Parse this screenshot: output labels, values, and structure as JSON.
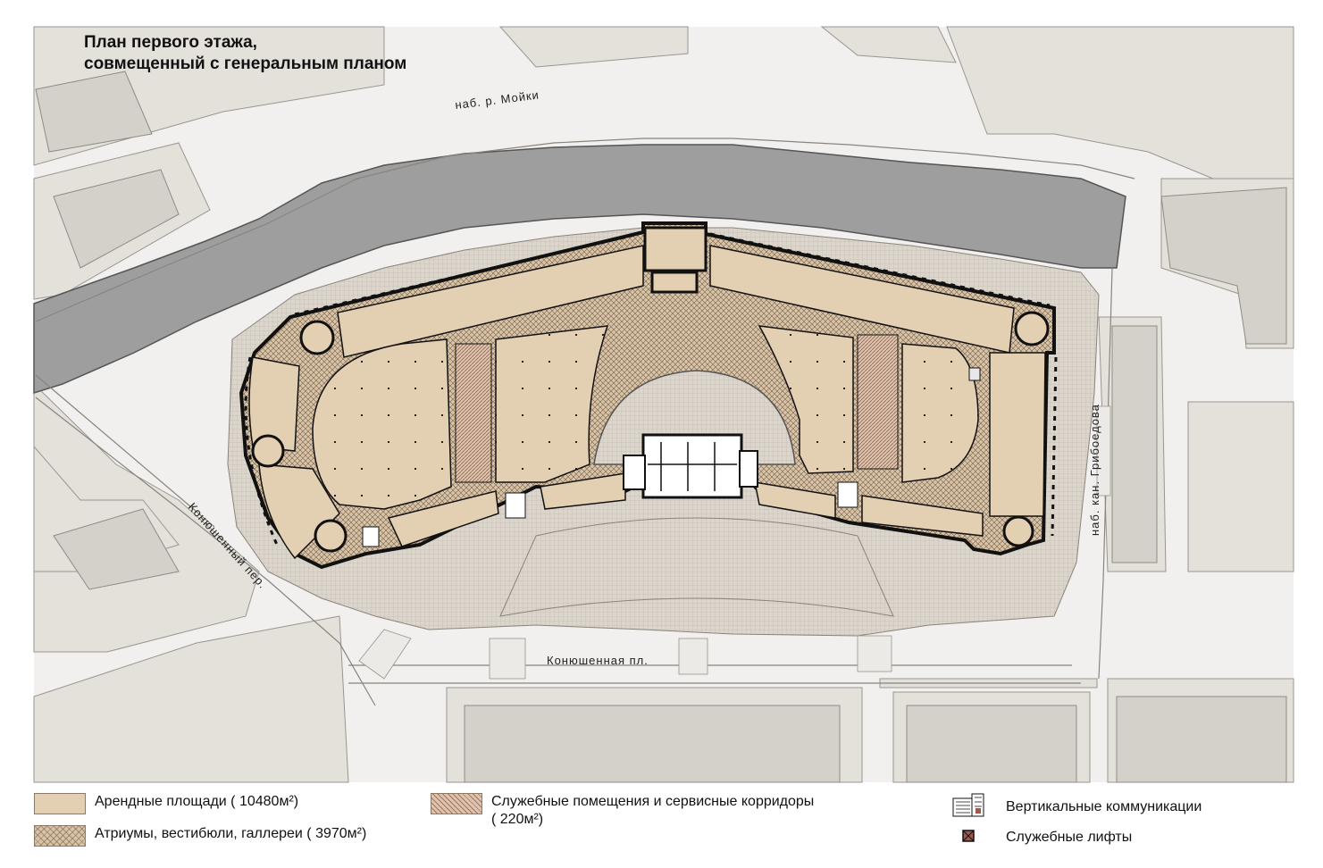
{
  "title": {
    "line1": "План первого этажа,",
    "line2": "совмещенный с генеральным планом"
  },
  "streets": {
    "moyka": "наб. р. Мойки",
    "griboedova": "наб. кан. Грибоедова",
    "konyushenny_per": "Конюшенный пер.",
    "konyushennaya_pl": "Конюшенная пл."
  },
  "legend": {
    "rent": "Арендные площади  ( 10480м²)",
    "atrium": "Атриумы, вестибюли, галлереи ( 3970м²)",
    "service_line1": "Служебные помещения и сервисные корридоры",
    "service_line2": "( 220м²)",
    "vertical": "Вертикальные коммуникации",
    "lifts": "Служебные лифты"
  },
  "colors": {
    "rent": "#e3cfb2",
    "atrium": "#d7c3a7",
    "service": "#c98f82",
    "water": "#9e9e9e",
    "blocks": "#e4e1db",
    "pavement": "#d8d1c8",
    "walls": "#111111"
  }
}
